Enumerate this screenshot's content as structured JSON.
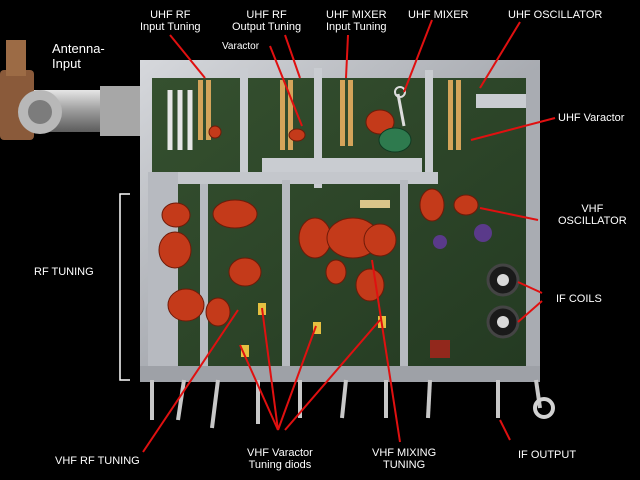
{
  "labels": {
    "antenna_input": [
      "Antenna-",
      "Input"
    ],
    "uhf_rf_input_tuning": [
      "UHF RF",
      "Input Tuning"
    ],
    "uhf_rf_output_tuning": [
      "UHF RF",
      "Output Tuning"
    ],
    "varactor": "Varactor",
    "uhf_mixer_input_tuning": [
      "UHF MIXER",
      "Input Tuning"
    ],
    "uhf_mixer": "UHF MIXER",
    "uhf_oscillator": "UHF OSCILLATOR",
    "uhf_varactor": "UHF Varactor",
    "vhf_oscillator": [
      "VHF",
      "OSCILLATOR"
    ],
    "rf_tuning": "RF TUNING",
    "if_coils": "IF COILS",
    "vhf_rf_tuning": "VHF RF TUNING",
    "vhf_varactor_tuning_diods": [
      "VHF Varactor",
      "Tuning diods"
    ],
    "vhf_mixing_tuning": [
      "VHF MIXING",
      "TUNING"
    ],
    "if_output": "IF OUTPUT"
  },
  "colors": {
    "background": "#000000",
    "label_text": "#ffffff",
    "pointer_line": "#e01010",
    "chassis_metal": "#b9bcc2",
    "pcb_green": "#2f4a2c",
    "copper_coil": "#c43a1a",
    "green_coil": "#2e7a4e"
  }
}
